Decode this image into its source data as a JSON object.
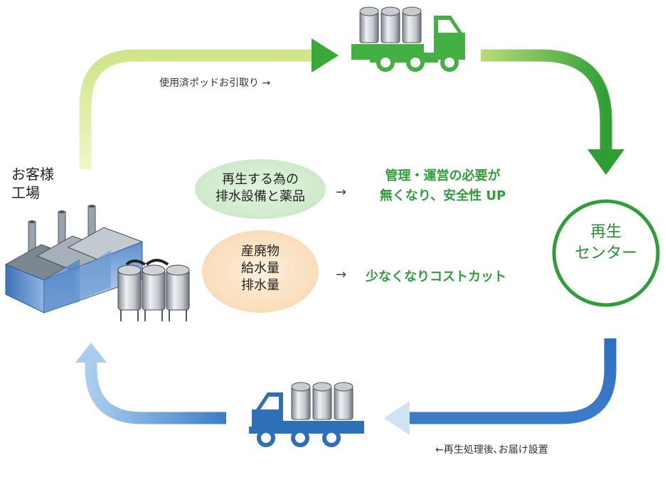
{
  "factory": {
    "label_line1": "お客様",
    "label_line2": "工場"
  },
  "pickup": {
    "label": "使用済ポッドお引取り →"
  },
  "delivery": {
    "label": "←再生処理後､お届け設置"
  },
  "bubbles": [
    {
      "lines": [
        "再生する為の",
        "排水設備と薬品"
      ],
      "benefit_lines": [
        "管理・運営の必要が",
        "無くなり、安全性 UP"
      ]
    },
    {
      "lines": [
        "産廃物",
        "給水量",
        "排水量"
      ],
      "benefit_lines": [
        "少なくなりコストカット"
      ]
    }
  ],
  "arrow_symbol": "→",
  "center": {
    "label_line1": "再生",
    "label_line2": "センター"
  },
  "colors": {
    "green_arrow": "#3aa83a",
    "green_light": "#e6f2b0",
    "blue_arrow": "#2c6fc0",
    "blue_light": "#c4ddf3",
    "truck_green": "#44b043",
    "truck_blue": "#2d6fb8",
    "benefit_text": "#2f9e3a",
    "bubble1_fill": "#d3edd0",
    "bubble2_fill": "#fbe0c2"
  }
}
